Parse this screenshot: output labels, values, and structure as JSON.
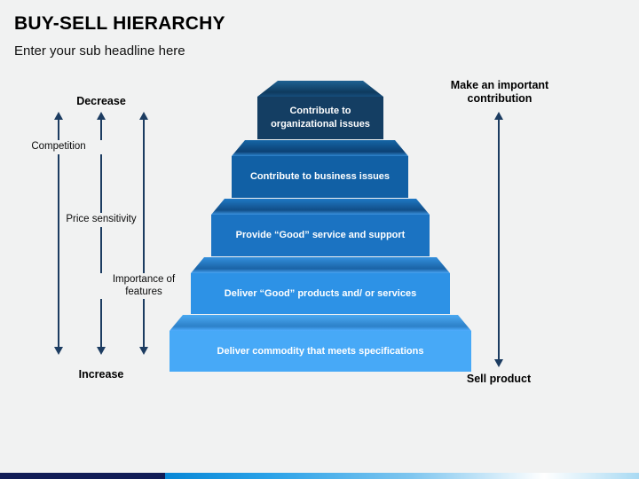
{
  "slide": {
    "title": "BUY-SELL HIERARCHY",
    "subtitle": "Enter your sub headline here",
    "background_color": "#f1f2f2"
  },
  "pyramid": {
    "label_color": "#ffffff",
    "steps": [
      {
        "label": "Contribute to organizational issues",
        "colors": {
          "front": "#143e63",
          "band_top": "#1e6192",
          "band_bottom": "#0e3a5e",
          "band_edge": "#174e7d"
        }
      },
      {
        "label": "Contribute to business issues",
        "colors": {
          "front": "#1160a5",
          "band_top": "#1565a6",
          "band_bottom": "#0c4174",
          "band_edge": "#2f86d0"
        }
      },
      {
        "label": "Provide “Good” service and support",
        "colors": {
          "front": "#1b73c2",
          "band_top": "#1f78c4",
          "band_bottom": "#114e88",
          "band_edge": "#3b93e0"
        }
      },
      {
        "label": "Deliver “Good” products and/ or services",
        "colors": {
          "front": "#2d92e6",
          "band_top": "#338fdc",
          "band_bottom": "#1a63a6",
          "band_edge": "#47a3f2"
        }
      },
      {
        "label": "Deliver commodity that meets specifications",
        "colors": {
          "front": "#47a9f7",
          "band_top": "#4aa9f2",
          "band_bottom": "#2d80c8",
          "band_edge": "#4fadff"
        }
      }
    ]
  },
  "left_scale": {
    "top_label": "Decrease",
    "bottom_label": "Increase",
    "arrow_color": "#1c3c61",
    "arrows": [
      {
        "label": "Competition"
      },
      {
        "label": "Price sensitivity"
      },
      {
        "label": "Importance of features"
      }
    ]
  },
  "right_scale": {
    "top_label": "Make an important contribution",
    "bottom_label": "Sell product"
  },
  "footer_bar": {
    "left_color": "#111d56",
    "gradient_colors": [
      "#0887d6",
      "#2aa2e8",
      "#7fc6ef",
      "#ffffff",
      "#a9daf3"
    ]
  }
}
